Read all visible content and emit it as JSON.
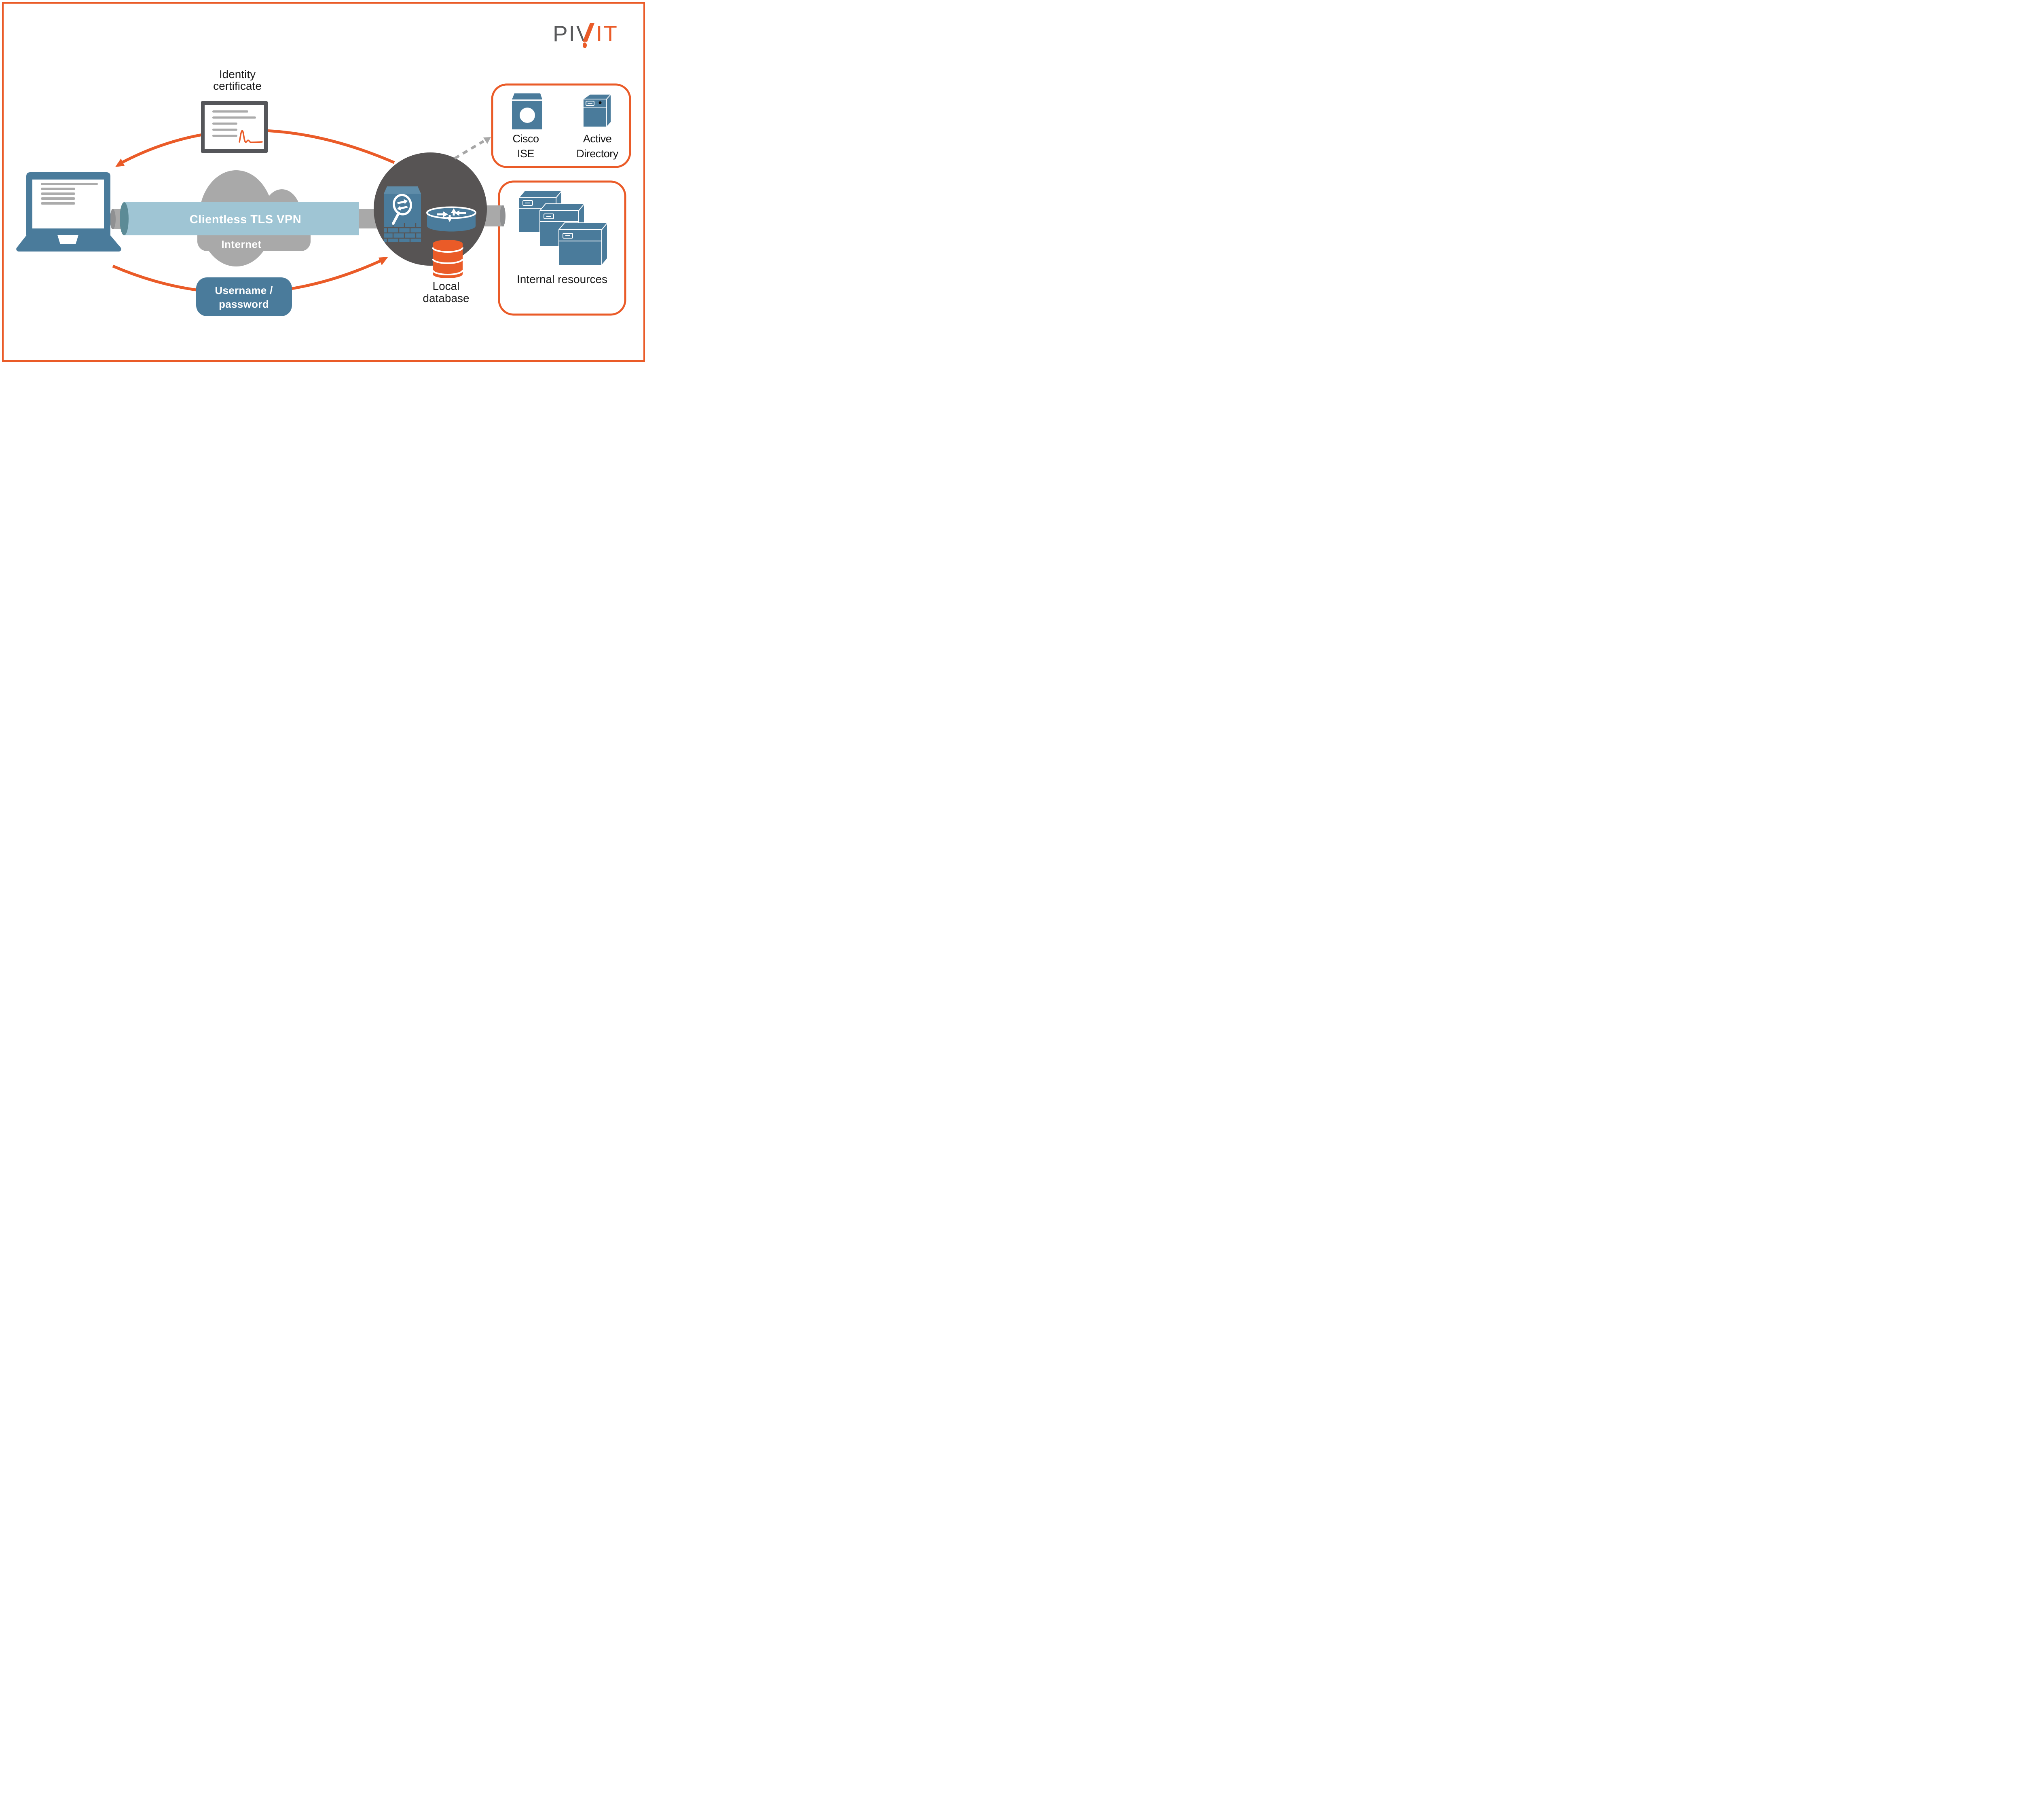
{
  "logo": {
    "gray_text": "PIV",
    "orange_text": "IT"
  },
  "nodes": {
    "identity_certificate": {
      "label_line1": "Identity",
      "label_line2": "certificate"
    },
    "vpn_tunnel": {
      "label": "Clientless TLS VPN"
    },
    "internet_cloud": {
      "label": "Internet"
    },
    "username_password": {
      "label_line1": "Username /",
      "label_line2": "password"
    },
    "local_database": {
      "label_line1": "Local",
      "label_line2": "database"
    },
    "cisco_ise": {
      "label_line1": "Cisco",
      "label_line2": "ISE"
    },
    "active_directory": {
      "label_line1": "Active",
      "label_line2": "Directory"
    },
    "internal_resources": {
      "label": "Internal resources"
    }
  },
  "icons": [
    "laptop-icon",
    "certificate-icon",
    "cloud-icon",
    "vpn-tunnel-icon",
    "firewall-icon",
    "router-icon",
    "database-icon",
    "cisco-ise-icon",
    "active-directory-icon",
    "server-icon",
    "arrow-icon",
    "dashed-arrow-icon"
  ],
  "colors": {
    "orange": "#EA5B28",
    "blue": "#4A7B9B",
    "blue_light": "#5E8CA9",
    "tube_blue": "#9FC5D4",
    "tube_end_teal": "#5C8B96",
    "gray": "#A9A9A9",
    "gray_dark": "#8F9092",
    "dark_circle": "#575454",
    "cert_border": "#55565A",
    "line_gray": "#ABABAB",
    "logo_gray": "#58595B",
    "ink": "#1B1B1B"
  }
}
